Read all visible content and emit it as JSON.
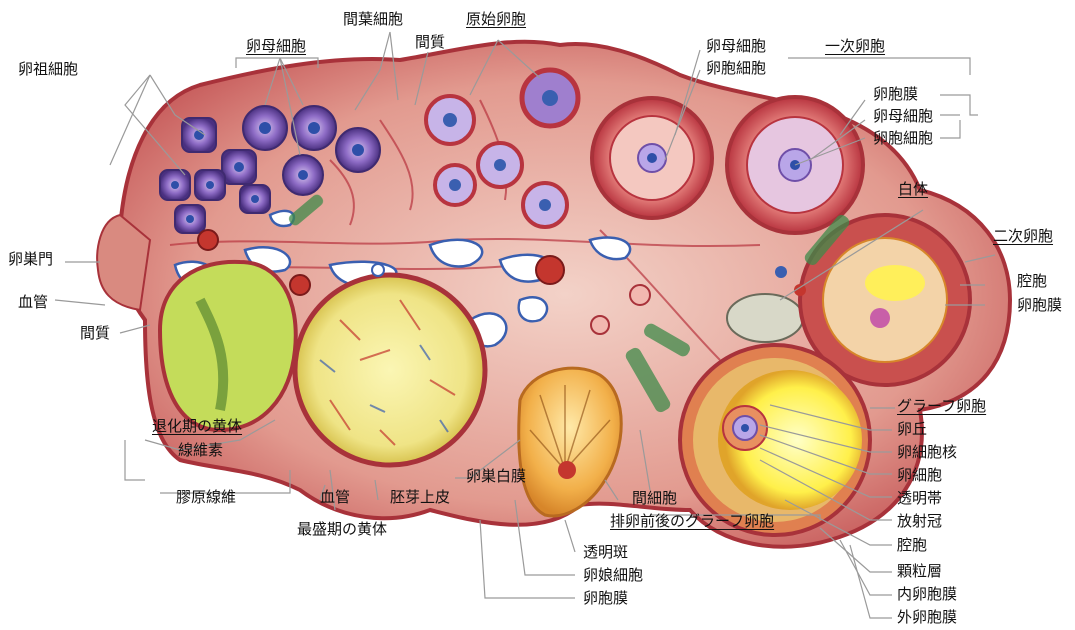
{
  "labels": {
    "oogonium": "卵祖細胞",
    "oocytes_group": "卵母細胞",
    "mesenchymal_cell": "間葉細胞",
    "stroma_top": "間質",
    "primordial_follicle": "原始卵胞",
    "oocyte_top": "卵母細胞",
    "follicle_cell_top": "卵胞細胞",
    "primary_follicle": "一次卵胞",
    "follicle_membrane_top": "卵胞膜",
    "oocyte_right": "卵母細胞",
    "follicle_cell_right": "卵胞細胞",
    "corpus_albicans": "白体",
    "secondary_follicle": "二次卵胞",
    "antrum_right": "腔胞",
    "follicle_membrane_right": "卵胞膜",
    "hilum": "卵巣門",
    "blood_vessel_left": "血管",
    "stroma_left": "間質",
    "regressing_corpus_luteum": "退化期の黄体",
    "fibrin": "線維素",
    "collagen_fiber": "膠原線維",
    "blood_vessel_bottom": "血管",
    "germinal_epithelium": "胚芽上皮",
    "peak_corpus_luteum": "最盛期の黄体",
    "tunica_albuginea": "卵巣白膜",
    "interstitial_cell": "間細胞",
    "ovulatory_graafian": "排卵前後のグラーフ卵胞",
    "stigma": "透明斑",
    "granulosa_lutein": "卵娘細胞",
    "follicle_membrane_bottom": "卵胞膜",
    "graafian_follicle": "グラーフ卵胞",
    "cumulus": "卵丘",
    "oocyte_nucleus": "卵細胞核",
    "oocyte_cell": "卵細胞",
    "zona_pellucida": "透明帯",
    "corona_radiata": "放射冠",
    "antrum": "腔胞",
    "granulosa_layer": "顆粒層",
    "theca_interna": "内卵胞膜",
    "theca_externa": "外卵胞膜"
  },
  "colors": {
    "tissue": "#d9867e",
    "tissue_edge": "#a8323a",
    "oocyte_purple": "#6f4fa8",
    "corpus_luteum_yellow": "#f2e86a",
    "graafian_yellow": "#fff25a",
    "vessel_blue": "#3a5fb0",
    "leader_line": "#9a9a9a"
  }
}
